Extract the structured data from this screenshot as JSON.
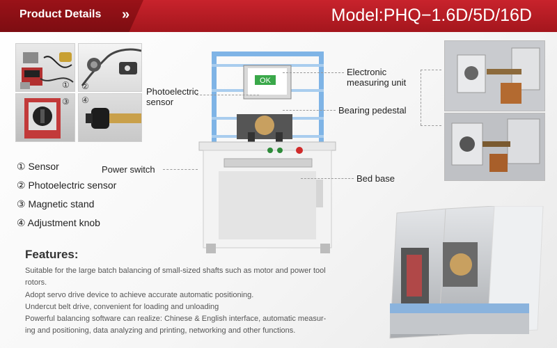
{
  "header": {
    "title": "Product Details",
    "chevrons": "»",
    "model": "Model:PHQ−1.6D/5D/16D"
  },
  "accessory_numbers": [
    "①",
    "②",
    "③",
    "④"
  ],
  "legend": [
    "① Sensor",
    "② Photoelectric sensor",
    "③ Magnetic stand",
    "④ Adjustment knob"
  ],
  "callouts": {
    "photoelectric_sensor": "Photoelectric\nsensor",
    "electronic_unit": "Electronic\nmeasuring unit",
    "bearing_pedestal": "Bearing pedestal",
    "power_switch": "Power switch",
    "bed_base": "Bed base"
  },
  "screen": {
    "ok_label": "OK"
  },
  "features": {
    "title": "Features:",
    "lines": [
      "Suitable for the large batch balancing of small-sized shafts such as motor and power tool",
      "rotors.",
      "Adopt servo drive device to achieve accurate automatic positioning.",
      "Undercut belt drive, convenient for loading and unloading",
      "Powerful balancing software can realize: Chinese & English interface, automatic measur-",
      "ing and positioning, data analyzing and printing, networking and other functions."
    ]
  },
  "colors": {
    "header_red": "#c8232c",
    "tab_dark_red": "#8b1016",
    "machine_frame": "#7fb4e6",
    "screen_green": "#3aa84a"
  }
}
